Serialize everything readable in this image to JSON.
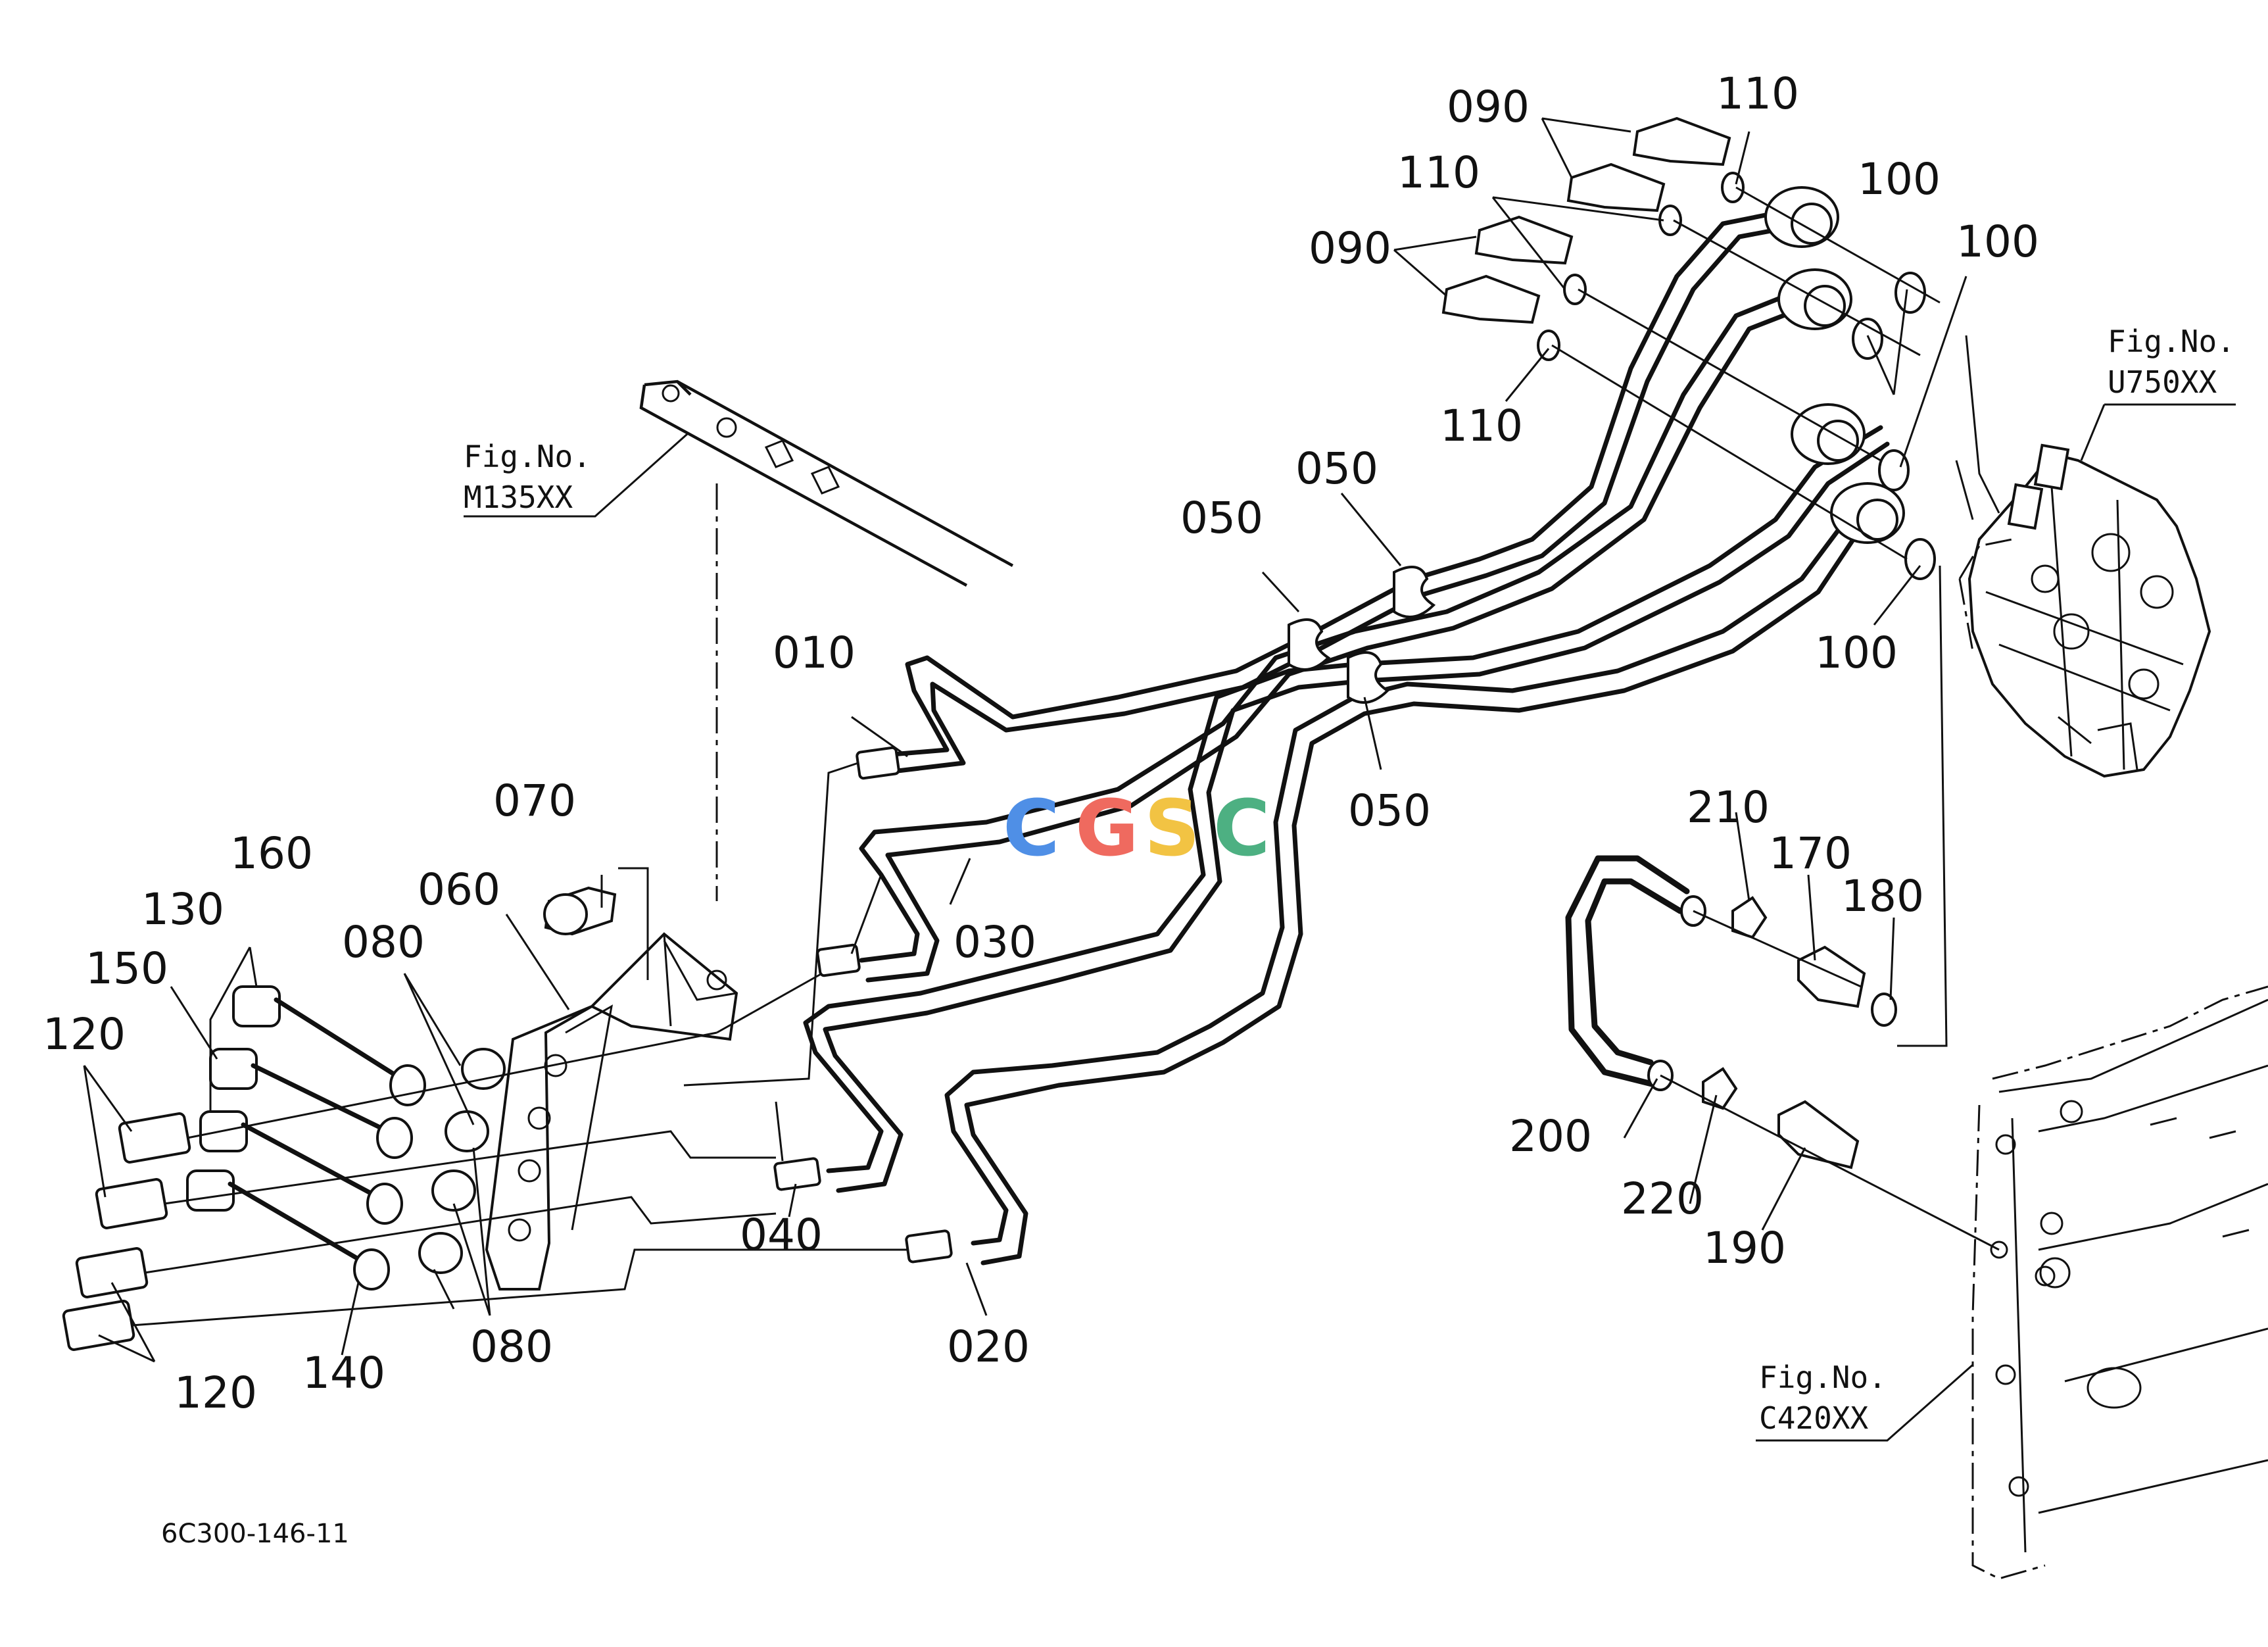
{
  "diagram_code": "6C300-146-11",
  "watermark": [
    "C",
    "G",
    "S",
    "C"
  ],
  "watermark_colors": [
    "#4f8fe6",
    "#ef6a5f",
    "#f2c343",
    "#4db082"
  ],
  "figure_refs": [
    {
      "title": "Fig.No.",
      "code": "M135XX"
    },
    {
      "title": "Fig.No.",
      "code": "U750XX"
    },
    {
      "title": "Fig.No.",
      "code": "C420XX"
    }
  ],
  "callouts": {
    "c010": "010",
    "c020": "020",
    "c030": "030",
    "c040": "040",
    "c050a": "050",
    "c050b": "050",
    "c050c": "050",
    "c060": "060",
    "c070": "070",
    "c080a": "080",
    "c080b": "080",
    "c090a": "090",
    "c090b": "090",
    "c100a": "100",
    "c100b": "100",
    "c100c": "100",
    "c110a": "110",
    "c110b": "110",
    "c110c": "110",
    "c120a": "120",
    "c120b": "120",
    "c130": "130",
    "c140": "140",
    "c150": "150",
    "c160": "160",
    "c170": "170",
    "c180": "180",
    "c190": "190",
    "c200": "200",
    "c210": "210",
    "c220": "220"
  }
}
